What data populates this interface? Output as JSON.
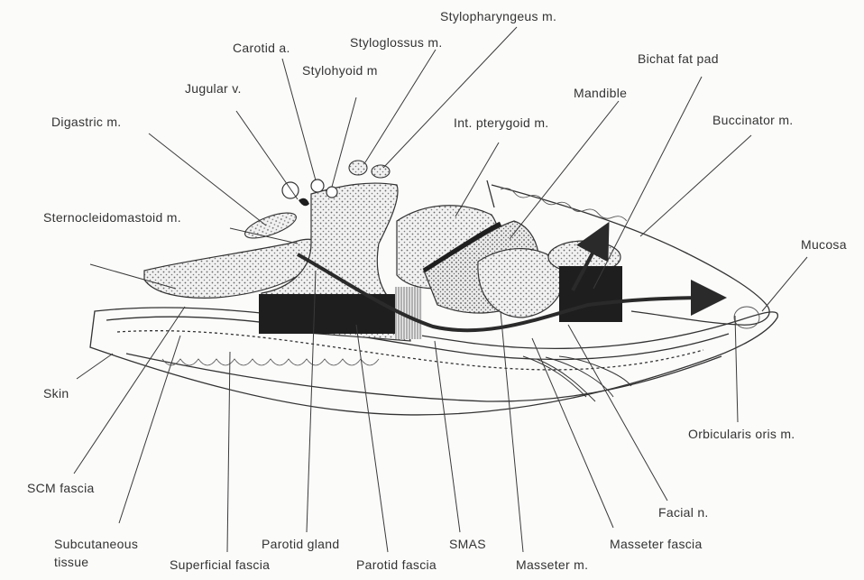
{
  "labels": {
    "stylopharyngeus": "Stylopharyngeus m.",
    "carotid": "Carotid a.",
    "styloglossus": "Styloglossus m.",
    "bichat": "Bichat fat pad",
    "stylohyoid": "Stylohyoid m",
    "jugular": "Jugular v.",
    "mandible": "Mandible",
    "digastric": "Digastric m.",
    "int_pterygoid": "Int. pterygoid m.",
    "buccinator": "Buccinator m.",
    "scm": "Sternocleidomastoid m.",
    "mucosa": "Mucosa",
    "skin": "Skin",
    "orbicularis": "Orbicularis oris m.",
    "scm_fascia": "SCM fascia",
    "facial_n": "Facial n.",
    "subcutaneous_1": "Subcutaneous",
    "subcutaneous_2": "tissue",
    "parotid_gland": "Parotid gland",
    "smas": "SMAS",
    "masseter_fascia": "Masseter fascia",
    "superficial_fascia": "Superficial fascia",
    "parotid_fascia": "Parotid fascia",
    "masseter": "Masseter m."
  }
}
